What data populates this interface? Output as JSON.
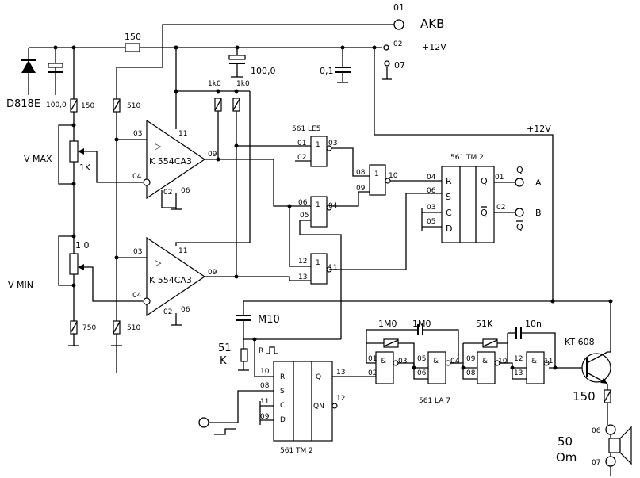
{
  "labels": {
    "akb": "AKB",
    "plus12_top": "+12V",
    "plus12_mid": "+12V",
    "pin01_top": "01",
    "pin02_top": "02",
    "pin07_top": "07",
    "d818": "D818E",
    "c100_left": "100,0",
    "r150_top": "150",
    "r150_left": "150",
    "r510_a": "510",
    "r510_b": "510",
    "r750": "750",
    "cap_100": "100,0",
    "cap_01": "0,1",
    "r1k0_a": "1k0",
    "r1k0_b": "1k0",
    "vmax": "V MAX",
    "vmin": "V MIN",
    "pot_1k": "1K",
    "pot_10": "1 0",
    "comp1": "K 554CA3",
    "comp2": "K 554CA3",
    "comp_plus": "▷",
    "le5": "561 LE5",
    "tm2_top": "561 TM 2",
    "tm2_bot": "561 TM 2",
    "la7": "561 LA 7",
    "kt608": "KT 608",
    "r150_out": "150",
    "ohm50": "50",
    "om": "Om",
    "m10": "M10",
    "r51": "51",
    "k": "K",
    "r_pulse": "R",
    "r1m0_a": "1M0",
    "r1m0_b": "1M0",
    "r51k": "51K",
    "c10n": "10n",
    "out_a": "A",
    "out_b": "B",
    "q_lbl": "Q",
    "qbar_lbl": "Q",
    "amp": "&",
    "one": "1",
    "ff_r": "R",
    "ff_s": "S",
    "ff_c": "C",
    "ff_d": "D",
    "ff_q": "Q",
    "ff_qbar": "Q",
    "ff_qn": "QN",
    "pins": {
      "c1_03": "03",
      "c1_11": "11",
      "c1_04": "04",
      "c1_09": "09",
      "c1_02": "02",
      "c1_06": "06",
      "c2_03": "03",
      "c2_11": "11",
      "c2_04": "04",
      "c2_09": "09",
      "c2_02": "02",
      "c2_06": "06",
      "g1_01": "01",
      "g1_02": "02",
      "g1_03": "03",
      "g2_08": "08",
      "g2_09": "09",
      "g2_10": "10",
      "g3_06": "06",
      "g3_05": "05",
      "g3_04": "04",
      "g4_12": "12",
      "g4_13": "13",
      "g4_11": "11",
      "ff1_04": "04",
      "ff1_06": "06",
      "ff1_03": "03",
      "ff1_05": "05",
      "ff1_01": "01",
      "ff1_02": "02",
      "ff2_10": "10",
      "ff2_08": "08",
      "ff2_11": "11",
      "ff2_09": "09",
      "ff2_13": "13",
      "ff2_12": "12",
      "la_01": "01",
      "la_02": "02",
      "la_03": "03",
      "la_05": "05",
      "la_06": "06",
      "la_04": "04",
      "la_09": "09",
      "la_08": "08",
      "la_10": "10",
      "la_12": "12",
      "la_13": "13",
      "la_11": "11",
      "sp_06": "06",
      "sp_07": "07"
    }
  }
}
